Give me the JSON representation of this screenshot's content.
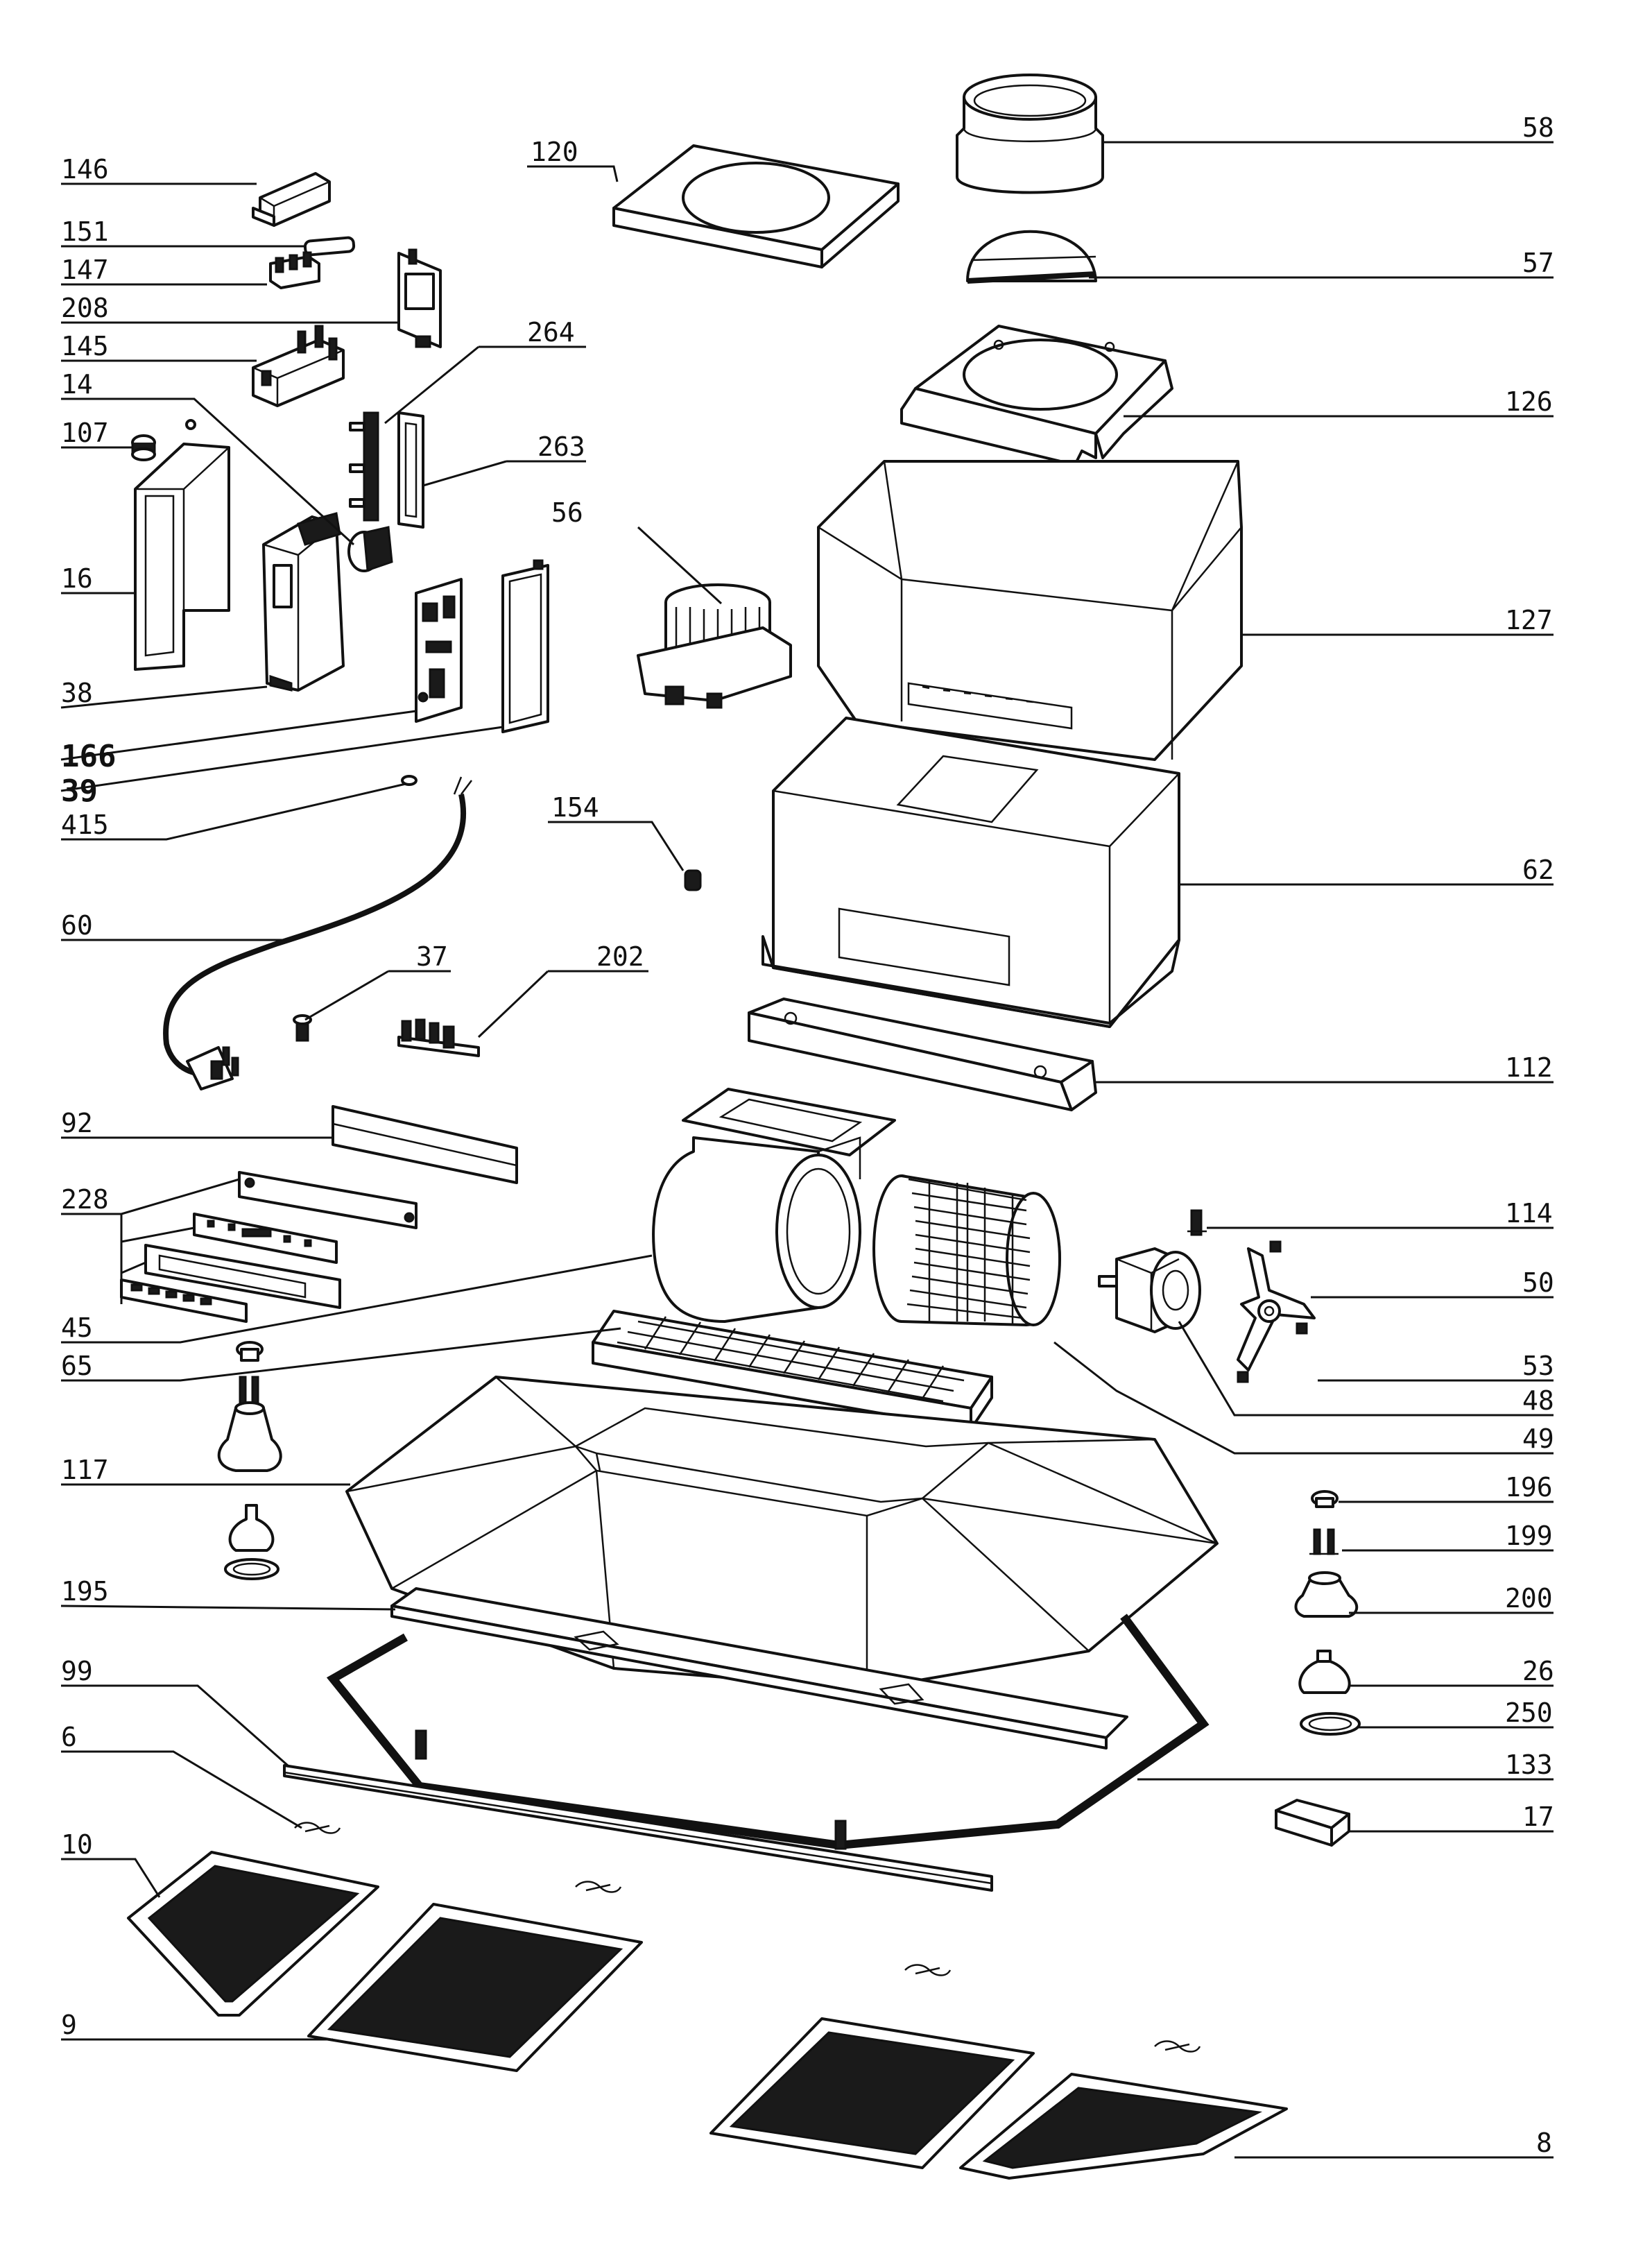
{
  "labels": {
    "l146": "146",
    "l151": "151",
    "l147": "147",
    "l208": "208",
    "l145": "145",
    "l264": "264",
    "l14": "14",
    "l107": "107",
    "l263": "263",
    "l16": "16",
    "l38": "38",
    "l166": "166",
    "l39": "39",
    "l415": "415",
    "l60": "60",
    "l37": "37",
    "l202": "202",
    "l92": "92",
    "l228": "228",
    "l45": "45",
    "l65": "65",
    "l117": "117",
    "l195": "195",
    "l99": "99",
    "l6": "6",
    "l10": "10",
    "l9": "9",
    "l120": "120",
    "l56": "56",
    "l154": "154",
    "l58": "58",
    "l57": "57",
    "l126": "126",
    "l127": "127",
    "l62": "62",
    "l112": "112",
    "l114": "114",
    "l50": "50",
    "l53": "53",
    "l48": "48",
    "l49": "49",
    "l196": "196",
    "l199": "199",
    "l200": "200",
    "l26": "26",
    "l250": "250",
    "l133": "133",
    "l17": "17",
    "l8": "8"
  },
  "colors": {
    "line": "#111111",
    "filter_mesh": "#1a1a1a",
    "background": "#ffffff"
  }
}
